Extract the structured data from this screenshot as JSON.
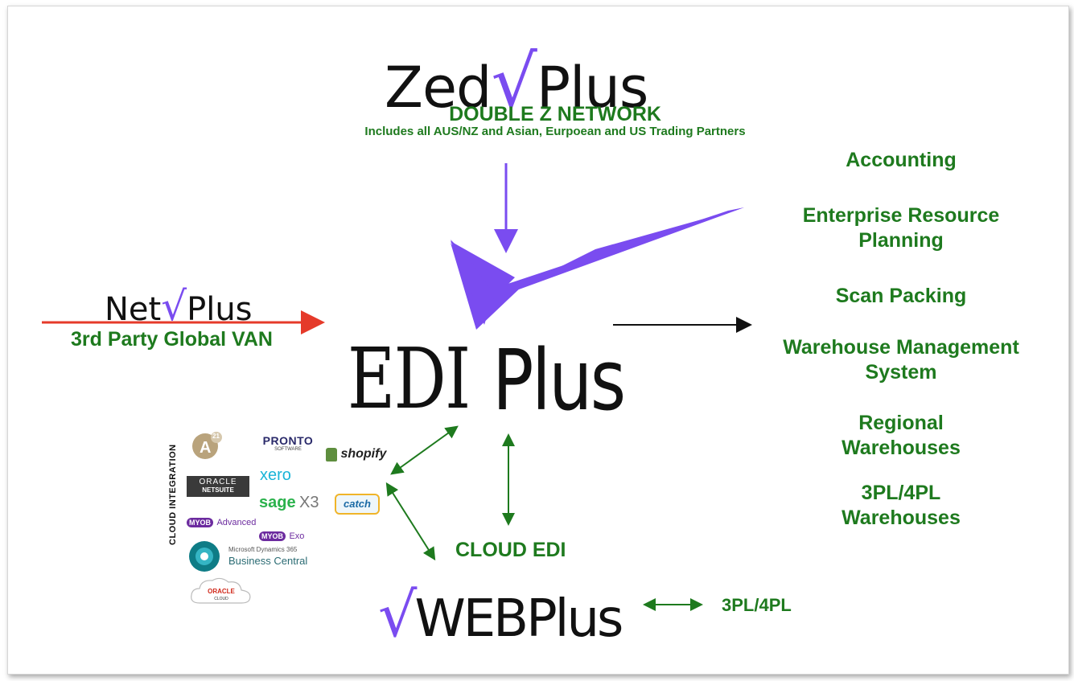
{
  "colors": {
    "green": "#1e7a1e",
    "purple": "#7a4cf0",
    "red": "#e53a2a",
    "black": "#111111"
  },
  "zedplus": {
    "logo_prefix": "Zed",
    "logo_tick": "√",
    "logo_suffix": "Plus",
    "network": "DOUBLE Z NETWORK",
    "subtitle": "Includes all AUS/NZ and Asian, Eurpoean and US Trading Partners"
  },
  "netplus": {
    "logo_prefix": "Net",
    "logo_tick": "√",
    "logo_suffix": "Plus",
    "label": "3rd Party Global VAN"
  },
  "ediplus": {
    "edi": "EDI",
    "plus": "Plus"
  },
  "right_items": [
    {
      "line1": "Accounting",
      "line2": ""
    },
    {
      "line1": "Enterprise Resource",
      "line2": "Planning"
    },
    {
      "line1": "Scan Packing",
      "line2": ""
    },
    {
      "line1": "Warehouse Management",
      "line2": "System"
    },
    {
      "line1": "Regional",
      "line2": "Warehouses"
    },
    {
      "line1": "3PL/4PL",
      "line2": "Warehouses"
    }
  ],
  "cloud_integration": {
    "label": "CLOUD INTEGRATION",
    "logos": {
      "a21": "21",
      "pronto": "PRONTO",
      "pronto_sub": "SOFTWARE",
      "shopify": "shopify",
      "oracle_netsuite_1": "ORACLE",
      "oracle_netsuite_2": "NETSUITE",
      "xero": "xero",
      "sage": "sage",
      "sage_x3": "X3",
      "catch": "catch",
      "myob_adv_badge": "MYOB",
      "myob_adv_text": "Advanced",
      "myob_exo_badge": "MYOB",
      "myob_exo_text": "Exo",
      "ms_line1": "Microsoft Dynamics 365",
      "ms_line2": "Business Central",
      "oracle_cloud_1": "ORACLE",
      "oracle_cloud_2": "CLOUD"
    }
  },
  "cloud_edi": "CLOUD EDI",
  "webplus": {
    "logo_tick": "√",
    "logo_text": "WEBPlus",
    "partner": "3PL/4PL"
  }
}
